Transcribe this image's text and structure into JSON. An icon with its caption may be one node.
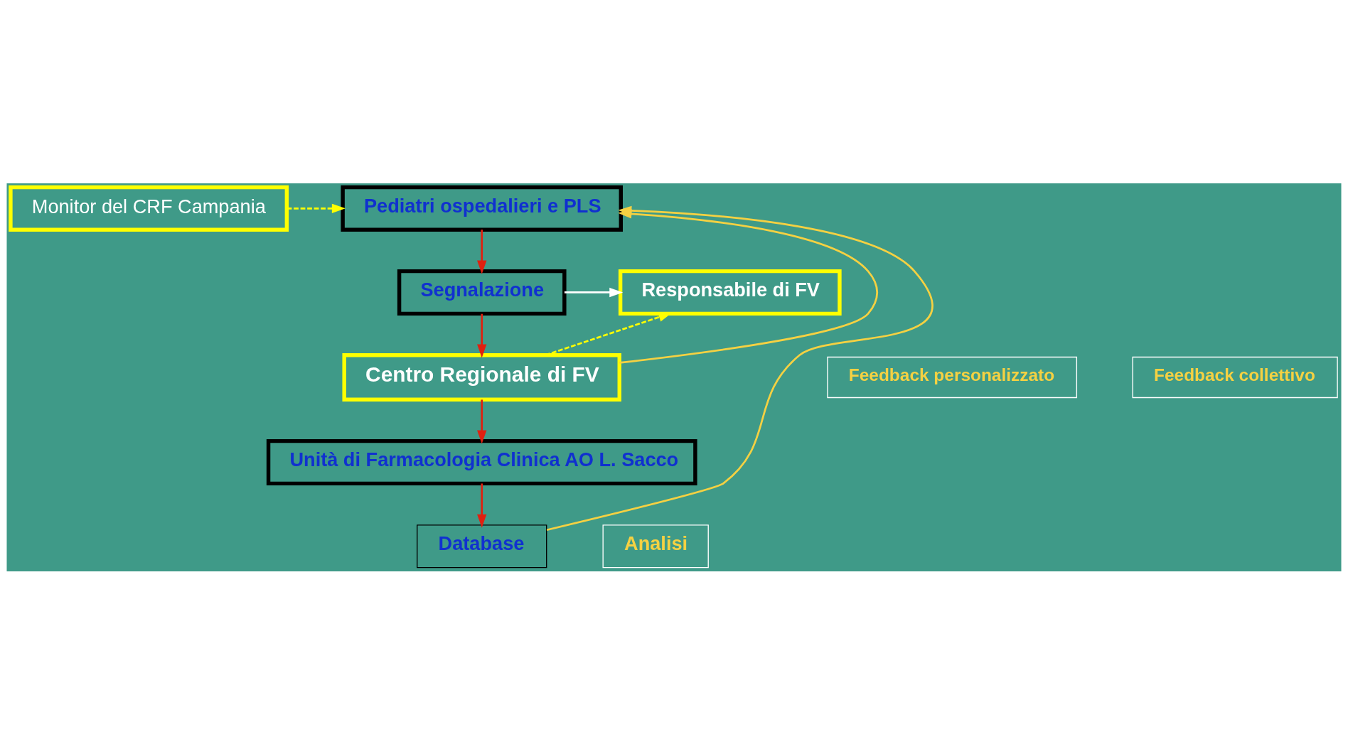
{
  "diagram": {
    "nodes": [
      {
        "text": [
          "Monitor del CRF Campania"
        ]
      },
      {
        "text": [
          "Pediatri ospedalieri e PLS"
        ]
      },
      {
        "text": [
          "Responsabile di FV"
        ]
      },
      {
        "text": [
          "Segnalazione"
        ]
      },
      {
        "text": [
          "Centro Regionale di FV"
        ]
      },
      {
        "text": [
          "Unità di Farmacologia Clinica AO L. Sacco"
        ]
      },
      {
        "text": [
          "Database"
        ]
      },
      {
        "text": [
          "Feedback personalizzato"
        ]
      },
      {
        "text": [
          "Feedback collettivo"
        ]
      },
      {
        "text": [
          "Analisi"
        ]
      }
    ],
    "edges": [
      {
        "from": 0,
        "to": 1,
        "arrow": "to",
        "style": "dashed",
        "color": "#ffff00"
      },
      {
        "from": 1,
        "to": 3,
        "arrow": "to"
      },
      {
        "from": 3,
        "to": 2,
        "arrow": "to",
        "color": "#ffffff"
      },
      {
        "from": 3,
        "to": 4,
        "arrow": "to"
      },
      {
        "from": 4,
        "to": 2,
        "arrow": "to",
        "style": "dashed",
        "color": "#ffff00"
      },
      {
        "from": 4,
        "to": 5,
        "arrow": "to"
      },
      {
        "from": 5,
        "to": 6,
        "arrow": "to"
      },
      {
        "from": 4,
        "to": 1,
        "arrow": "to",
        "color": "#f5d142"
      },
      {
        "from": 6,
        "to": 1,
        "arrow": "to",
        "color": "#f5d142"
      }
    ]
  }
}
